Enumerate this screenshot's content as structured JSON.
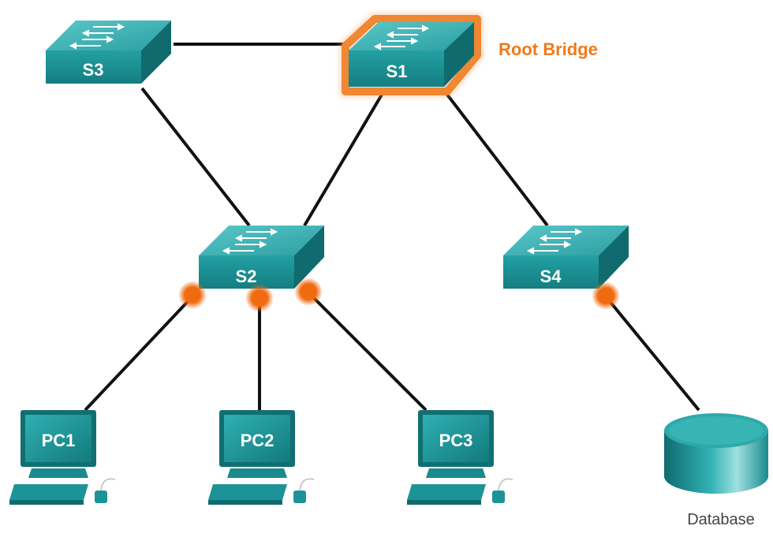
{
  "colors": {
    "teal_top": "#3fb5b7",
    "teal_front": "#1c8f92",
    "teal_side": "#0f6b6e",
    "highlight": "#f07a1a",
    "link": "#111111",
    "label_text": "#ffffff",
    "db_text": "#444444"
  },
  "root_label": "Root Bridge",
  "switches": [
    {
      "id": "s3",
      "label": "S3",
      "root": false
    },
    {
      "id": "s1",
      "label": "S1",
      "root": true
    },
    {
      "id": "s2",
      "label": "S2",
      "root": false
    },
    {
      "id": "s4",
      "label": "S4",
      "root": false
    }
  ],
  "pcs": [
    {
      "id": "pc1",
      "label": "PC1"
    },
    {
      "id": "pc2",
      "label": "PC2"
    },
    {
      "id": "pc3",
      "label": "PC3"
    }
  ],
  "database": {
    "label": "Database"
  },
  "links": [
    {
      "from": "S3",
      "to": "S1"
    },
    {
      "from": "S3",
      "to": "S2"
    },
    {
      "from": "S1",
      "to": "S2"
    },
    {
      "from": "S1",
      "to": "S4"
    },
    {
      "from": "S2",
      "to": "PC1"
    },
    {
      "from": "S2",
      "to": "PC2"
    },
    {
      "from": "S2",
      "to": "PC3"
    },
    {
      "from": "S4",
      "to": "Database"
    }
  ]
}
